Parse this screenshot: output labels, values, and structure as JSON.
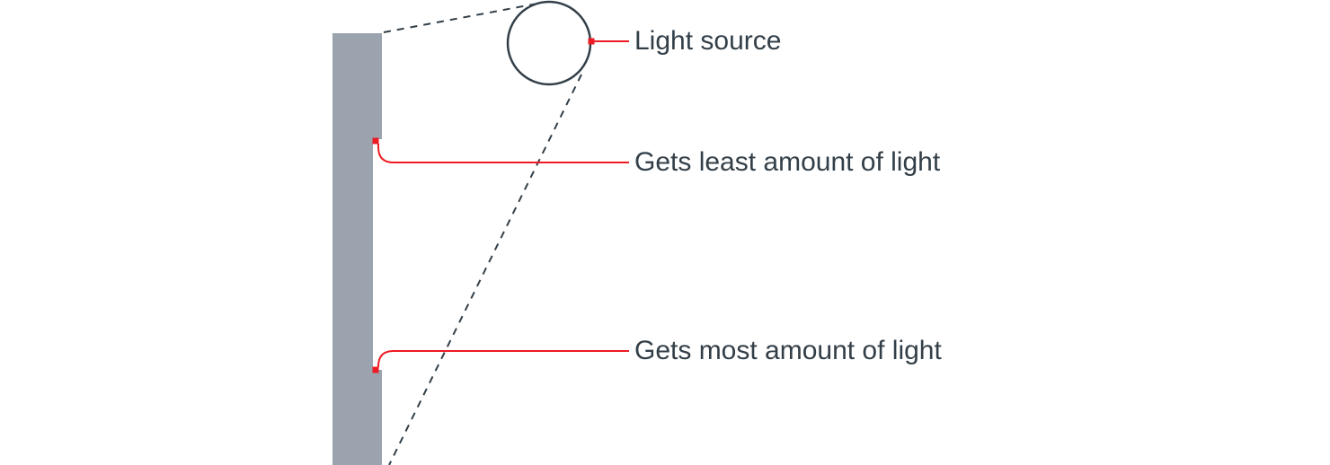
{
  "diagram": {
    "labels": {
      "light_source": "Light source",
      "least_light": "Gets least amount of light",
      "most_light": "Gets most amount of light"
    },
    "colors": {
      "wall_gray": "#9aa3ae",
      "outline_dark": "#333f48",
      "annotation_red": "#ed1c24",
      "background": "#ffffff"
    }
  }
}
